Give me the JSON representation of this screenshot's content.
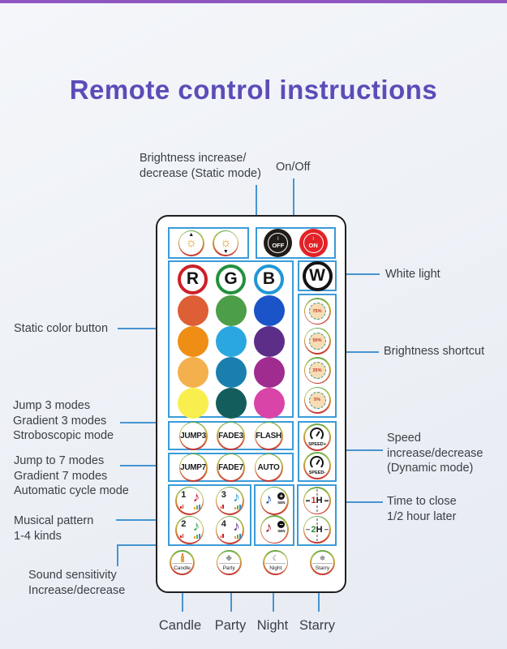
{
  "title": "Remote control instructions",
  "colors": {
    "accent_blue": "#3b9bd8",
    "connector_blue": "#4694d2",
    "title_purple": "#5b4cb8",
    "top_bar_purple": "#8f56c2",
    "off_button_black": "#211c19",
    "on_button_red": "#e32228"
  },
  "glyphs": {
    "sun": "☼",
    "up": "▲",
    "down": "▼",
    "note": "♪"
  },
  "annotations": {
    "brightness_static": {
      "line1": "Brightness increase/",
      "line2": "decrease (Static mode)"
    },
    "on_off": "On/Off",
    "static_color": "Static color button",
    "jump3": {
      "line1": "Jump 3 modes",
      "line2": "Gradient 3 modes",
      "line3": "Stroboscopic mode"
    },
    "jump7": {
      "line1": "Jump to 7 modes",
      "line2": "Gradient 7 modes",
      "line3": "Automatic cycle mode"
    },
    "musical": {
      "line1": "Musical pattern",
      "line2": "1-4 kinds"
    },
    "sound": {
      "line1": "Sound sensitivity",
      "line2": "Increase/decrease"
    },
    "white_light": "White light",
    "brightness_shortcut": "Brightness shortcut",
    "speed": {
      "line1": "Speed",
      "line2": "increase/decrease",
      "line3": "(Dynamic mode)"
    },
    "time_close": {
      "line1": "Time to close",
      "line2": "1/2 hour later"
    }
  },
  "remote": {
    "power": {
      "off": "OFF",
      "on": "ON",
      "power_mark": "I"
    },
    "letters": {
      "r": "R",
      "g": "G",
      "b": "B",
      "w": "W"
    },
    "color_grid": [
      [
        "#de5e35",
        "#4d9e48",
        "#1b54c8"
      ],
      [
        "#ee8e15",
        "#2ba7e0",
        "#5c2e88"
      ],
      [
        "#f4b04c",
        "#1b7fae",
        "#a02c90"
      ],
      [
        "#f8ef4e",
        "#135d5d",
        "#d844a8"
      ]
    ],
    "presets": [
      "75%",
      "50%",
      "25%",
      "5%"
    ],
    "modes3": [
      "JUMP3",
      "FADE3",
      "FLASH"
    ],
    "modes7": [
      "JUMP7",
      "FADE7",
      "AUTO"
    ],
    "speed": [
      "SPEED+",
      "SPEED-"
    ],
    "music": [
      {
        "num": "1",
        "color": "#c8102e"
      },
      {
        "num": "3",
        "color": "#1e9cd7"
      },
      {
        "num": "2",
        "color": "#2e9e4f"
      },
      {
        "num": "4",
        "color": "#5c2d8e"
      }
    ],
    "sen": [
      {
        "sign": "+",
        "label": "SEN",
        "note_color": "#1f4e9c"
      },
      {
        "sign": "−",
        "label": "SEN",
        "note_color": "#a51c30"
      }
    ],
    "timer": [
      {
        "num": "1",
        "suffix": "H",
        "color": "#d22c2c"
      },
      {
        "num": "2",
        "suffix": "H",
        "color": "#2a8a3e"
      }
    ],
    "scenes": [
      {
        "label": "Candle"
      },
      {
        "label": "Party",
        "icon": "❉"
      },
      {
        "label": "Night",
        "icon": "☾"
      },
      {
        "label": "Starry",
        "icon": "✵"
      }
    ]
  },
  "bottom_labels": [
    "Candle",
    "Party",
    "Night",
    "Starry"
  ]
}
